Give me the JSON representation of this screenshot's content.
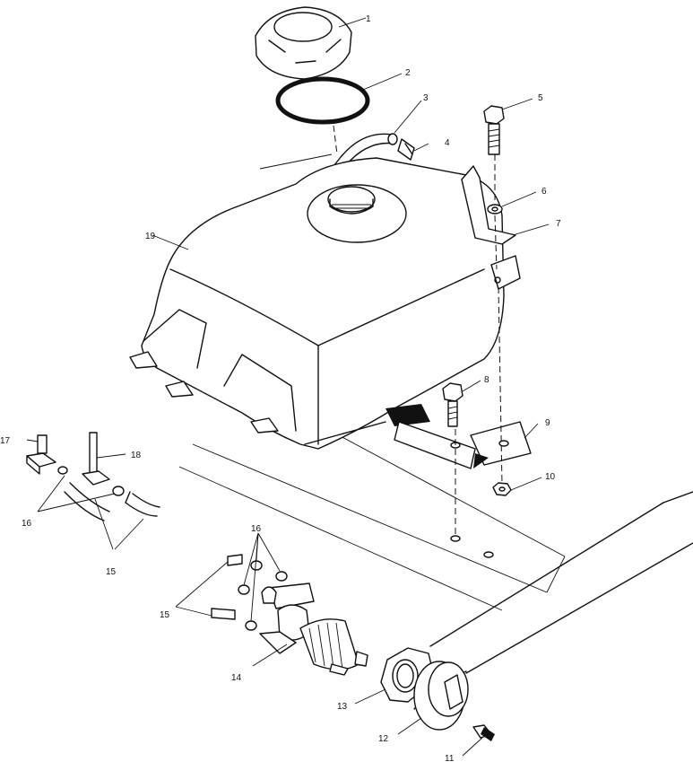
{
  "callouts": [
    {
      "id": "1",
      "label": "1"
    },
    {
      "id": "2",
      "label": "2"
    },
    {
      "id": "3",
      "label": "3"
    },
    {
      "id": "4",
      "label": "4"
    },
    {
      "id": "5",
      "label": "5"
    },
    {
      "id": "6",
      "label": "6"
    },
    {
      "id": "7",
      "label": "7"
    },
    {
      "id": "8",
      "label": "8"
    },
    {
      "id": "9",
      "label": "9"
    },
    {
      "id": "10",
      "label": "10"
    },
    {
      "id": "11",
      "label": "11"
    },
    {
      "id": "12",
      "label": "12"
    },
    {
      "id": "13",
      "label": "13"
    },
    {
      "id": "14",
      "label": "14"
    },
    {
      "id": "15a",
      "label": "15"
    },
    {
      "id": "15b",
      "label": "15"
    },
    {
      "id": "16a",
      "label": "16"
    },
    {
      "id": "16b",
      "label": "16"
    },
    {
      "id": "17",
      "label": "17"
    },
    {
      "id": "18",
      "label": "18"
    },
    {
      "id": "19",
      "label": "19"
    }
  ],
  "parts": [
    {
      "name": "fuel-cap",
      "callout": "1"
    },
    {
      "name": "o-ring",
      "callout": "2"
    },
    {
      "name": "vent-hose",
      "callout": "3"
    },
    {
      "name": "vent-fitting",
      "callout": "4"
    },
    {
      "name": "bolt-upper",
      "callout": "5"
    },
    {
      "name": "washer",
      "callout": "6"
    },
    {
      "name": "upper-bracket",
      "callout": "7"
    },
    {
      "name": "bolt-lower",
      "callout": "8"
    },
    {
      "name": "lower-bracket",
      "callout": "9"
    },
    {
      "name": "nut",
      "callout": "10"
    },
    {
      "name": "screw",
      "callout": "11"
    },
    {
      "name": "knob",
      "callout": "12"
    },
    {
      "name": "fuel-valve-nut",
      "callout": "13"
    },
    {
      "name": "fuel-valve",
      "callout": "14"
    },
    {
      "name": "fuel-lines",
      "callout": "15"
    },
    {
      "name": "clamps",
      "callout": "16"
    },
    {
      "name": "fitting-elbow",
      "callout": "17"
    },
    {
      "name": "fitting-tee",
      "callout": "18"
    },
    {
      "name": "fuel-tank",
      "callout": "19"
    }
  ]
}
